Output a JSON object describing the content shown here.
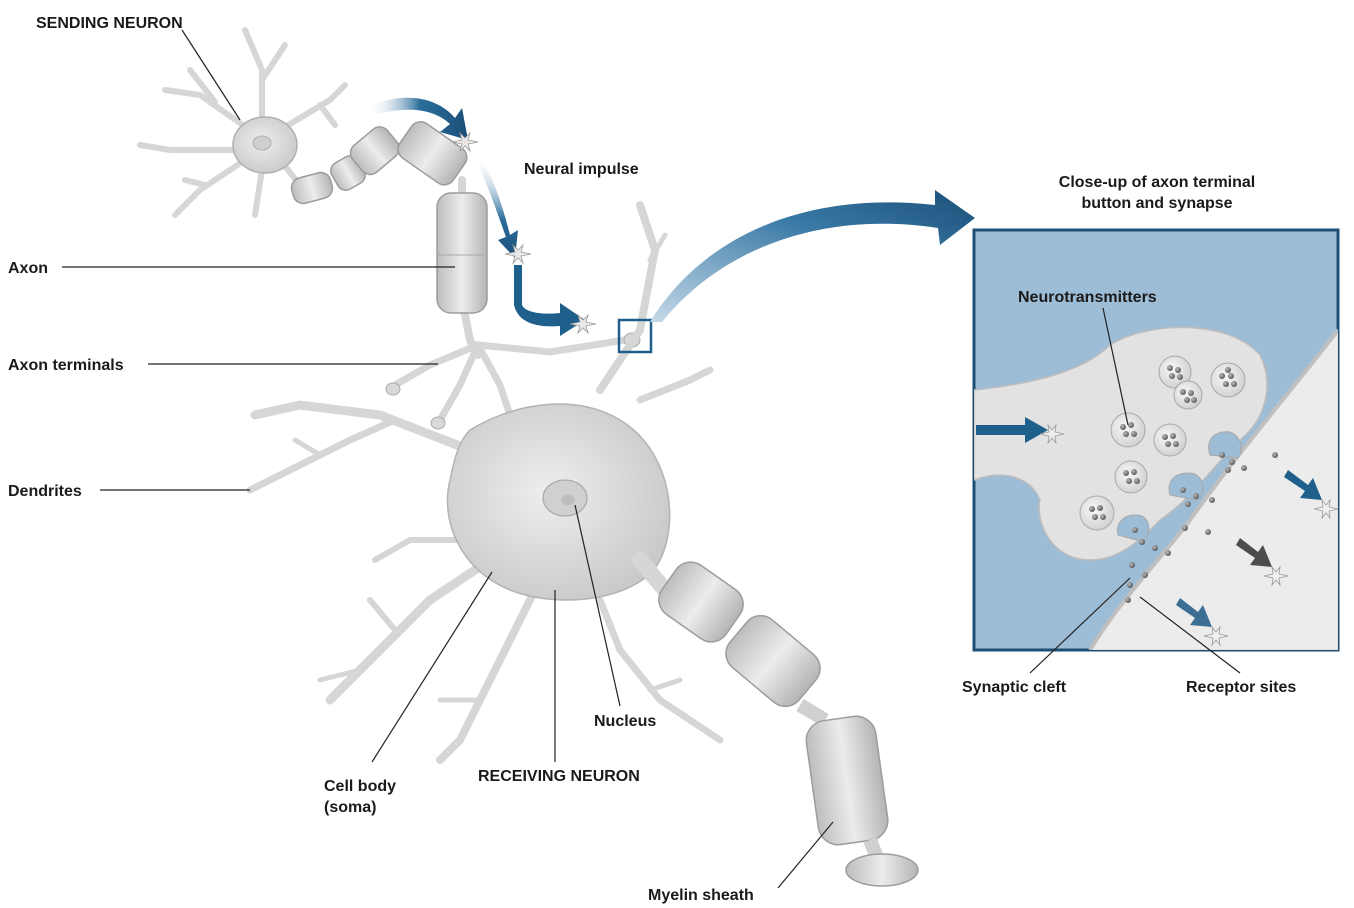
{
  "labels": {
    "sending_neuron": "SENDING NEURON",
    "neural_impulse": "Neural impulse",
    "axon": "Axon",
    "axon_terminals": "Axon terminals",
    "dendrites": "Dendrites",
    "nucleus": "Nucleus",
    "cell_body_line1": "Cell body",
    "cell_body_line2": "(soma)",
    "receiving_neuron": "RECEIVING NEURON",
    "myelin_sheath": "Myelin sheath",
    "closeup_title_line1": "Close-up of axon terminal",
    "closeup_title_line2": "button and synapse",
    "neurotransmitters": "Neurotransmitters",
    "synaptic_cleft": "Synaptic cleft",
    "receptor_sites": "Receptor sites"
  },
  "colors": {
    "arrow_blue": "#1f5f8b",
    "panel_fill": "#9dbcd6",
    "panel_border": "#1d4f74",
    "neuron_fill": "#dcdcdc",
    "neuron_stroke": "#a9a9a9",
    "receptor_fill": "#ececec"
  }
}
